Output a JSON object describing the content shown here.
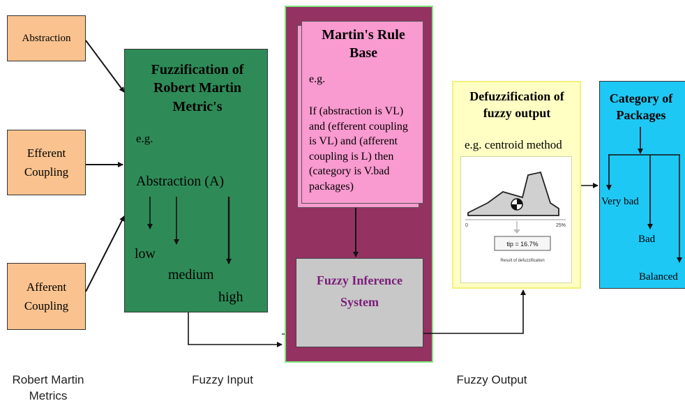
{
  "inputs": {
    "abstraction": "Abstraction",
    "efferent": "Efferent Coupling",
    "afferent": "Afferent Coupling"
  },
  "fuzzification": {
    "title": "Fuzzification of Robert Martin Metric's",
    "eg": "e.g.",
    "metric": "Abstraction (A)",
    "low": "low",
    "medium": "medium",
    "high": "high"
  },
  "rule_base": {
    "title": "Martin's Rule Base",
    "eg": "e.g.",
    "rule": "If (abstraction is VL) and (efferent coupling is VL) and (afferent coupling is L) then (category is V.bad packages)"
  },
  "inference": {
    "title": "Fuzzy Inference System"
  },
  "defuzz": {
    "title": "Defuzzification of fuzzy output",
    "eg": "e.g.  centroid method",
    "axis_min": "0",
    "axis_max": "25%",
    "result_value": "tip = 16.7%",
    "result_caption": "Result of defuzzification"
  },
  "category": {
    "title": "Category of Packages",
    "very_bad": "Very bad",
    "bad": "Bad",
    "balanced": "Balanced"
  },
  "captions": {
    "robert_martin": "Robert Martin Metrics",
    "fuzzy_input": "Fuzzy Input",
    "fuzzy_output": "Fuzzy Output"
  },
  "colors": {
    "input_fill": "#f9c28e",
    "fuzzification_fill": "#2e8b57",
    "inference_container_fill": "#943262",
    "inference_container_border": "#7ee87e",
    "rule_base_fill": "#f99ad0",
    "inference_fill": "#c8c8c8",
    "inference_text": "#7a1d7a",
    "defuzz_fill": "#ffffc4",
    "defuzz_border": "#f5f07a",
    "category_fill": "#1ec8f5"
  }
}
